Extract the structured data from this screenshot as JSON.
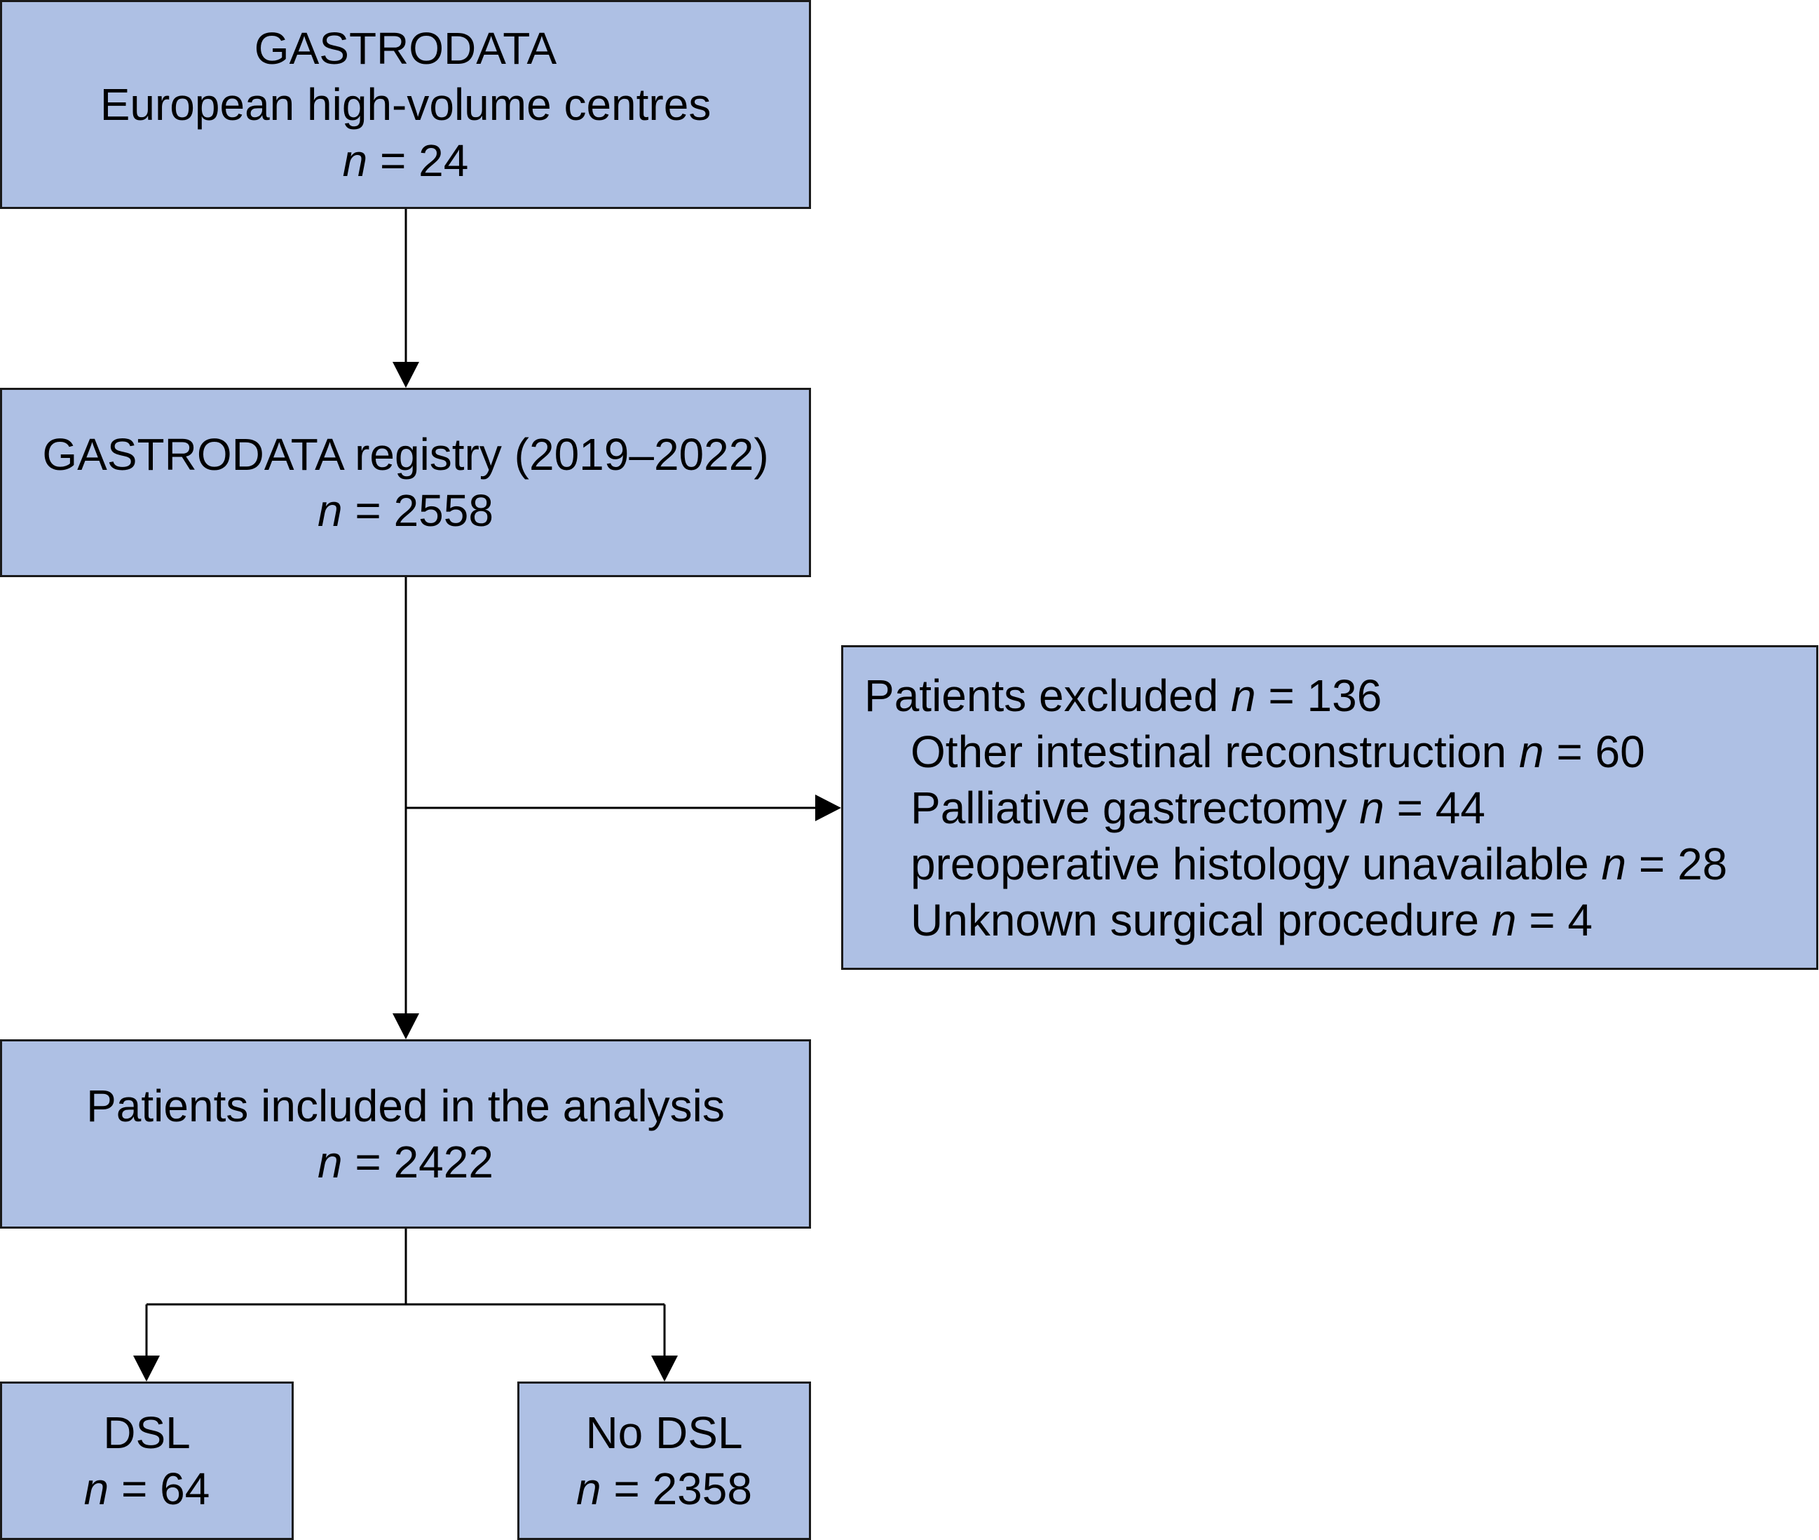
{
  "nodes": {
    "centres": {
      "title": "GASTRODATA",
      "subtitle": "European high-volume centres",
      "n_label": "n",
      "n_value": " = 24"
    },
    "registry": {
      "title": "GASTRODATA registry (2019–2022)",
      "n_label": "n",
      "n_value": " = 2558"
    },
    "excluded": {
      "title": "Patients excluded ",
      "n_label": "n",
      "n_value": " = 136",
      "reasons": [
        {
          "label": "Other intestinal reconstruction ",
          "n_label": "n",
          "n_value": " = 60"
        },
        {
          "label": "Palliative gastrectomy ",
          "n_label": "n",
          "n_value": " = 44"
        },
        {
          "label": "preoperative histology unavailable ",
          "n_label": "n",
          "n_value": " = 28"
        },
        {
          "label": "Unknown surgical procedure ",
          "n_label": "n",
          "n_value": " = 4"
        }
      ]
    },
    "included": {
      "title": "Patients included in the analysis",
      "n_label": "n",
      "n_value": " = 2422"
    },
    "dsl": {
      "title": "DSL",
      "n_label": "n",
      "n_value": " = 64"
    },
    "no_dsl": {
      "title": "No DSL",
      "n_label": "n",
      "n_value": " = 2358"
    }
  },
  "colors": {
    "box_fill": "#aec0e4",
    "box_border": "#1a1a1a",
    "connector": "#000000"
  },
  "edges": [
    {
      "from": "centres",
      "to": "registry"
    },
    {
      "from": "registry",
      "to": "included"
    },
    {
      "from": "registry",
      "to": "excluded"
    },
    {
      "from": "included",
      "to": "dsl"
    },
    {
      "from": "included",
      "to": "no_dsl"
    }
  ]
}
